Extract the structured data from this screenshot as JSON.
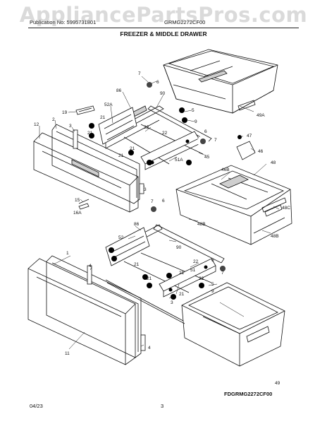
{
  "header": {
    "watermark": "AppliancePartsPros.com",
    "publication": "Publication No: 5995731801",
    "model": "GRMG2272CF00",
    "title": "FREEZER & MIDDLE DRAWER"
  },
  "footer": {
    "diagram_code": "FDGRMG2272CF00",
    "date": "04/23",
    "page": "3"
  },
  "callouts": [
    {
      "id": "c1",
      "text": "7"
    },
    {
      "id": "c2",
      "text": "6"
    },
    {
      "id": "c3",
      "text": "86"
    },
    {
      "id": "c4",
      "text": "90"
    },
    {
      "id": "c5",
      "text": "52A"
    },
    {
      "id": "c6",
      "text": "19"
    },
    {
      "id": "c7",
      "text": "21"
    },
    {
      "id": "c8",
      "text": "5"
    },
    {
      "id": "c9",
      "text": "9"
    },
    {
      "id": "c10",
      "text": "49A"
    },
    {
      "id": "c11",
      "text": "2"
    },
    {
      "id": "c12",
      "text": "3"
    },
    {
      "id": "c13",
      "text": "12"
    },
    {
      "id": "c14",
      "text": "22"
    },
    {
      "id": "c15",
      "text": "21"
    },
    {
      "id": "c16",
      "text": "6"
    },
    {
      "id": "c17",
      "text": "22"
    },
    {
      "id": "c18",
      "text": "7"
    },
    {
      "id": "c19",
      "text": "47"
    },
    {
      "id": "c20",
      "text": "45"
    },
    {
      "id": "c21",
      "text": "46"
    },
    {
      "id": "c22",
      "text": "21"
    },
    {
      "id": "c23",
      "text": "21"
    },
    {
      "id": "c24",
      "text": "51A"
    },
    {
      "id": "c25",
      "text": "48"
    },
    {
      "id": "c26",
      "text": "46B"
    },
    {
      "id": "c27",
      "text": "3"
    },
    {
      "id": "c28",
      "text": "48C"
    },
    {
      "id": "c29",
      "text": "15"
    },
    {
      "id": "c30",
      "text": "16A"
    },
    {
      "id": "c31",
      "text": "7"
    },
    {
      "id": "c32",
      "text": "6"
    },
    {
      "id": "c33",
      "text": "48B"
    },
    {
      "id": "c34",
      "text": "52"
    },
    {
      "id": "c35",
      "text": "86"
    },
    {
      "id": "c36",
      "text": "48B"
    },
    {
      "id": "c37",
      "text": "90"
    },
    {
      "id": "c38",
      "text": "21"
    },
    {
      "id": "c39",
      "text": "1"
    },
    {
      "id": "c40",
      "text": "4"
    },
    {
      "id": "c41",
      "text": "21"
    },
    {
      "id": "c42",
      "text": "22"
    },
    {
      "id": "c43",
      "text": "51"
    },
    {
      "id": "c44",
      "text": "21"
    },
    {
      "id": "c45",
      "text": "6"
    },
    {
      "id": "c46",
      "text": "22"
    },
    {
      "id": "c47",
      "text": "7"
    },
    {
      "id": "c48",
      "text": "21"
    },
    {
      "id": "c49",
      "text": "21"
    },
    {
      "id": "c50",
      "text": "5"
    },
    {
      "id": "c51",
      "text": "9"
    },
    {
      "id": "c52",
      "text": "3"
    },
    {
      "id": "c53",
      "text": "11"
    },
    {
      "id": "c54",
      "text": "4"
    },
    {
      "id": "c55",
      "text": "49"
    }
  ]
}
